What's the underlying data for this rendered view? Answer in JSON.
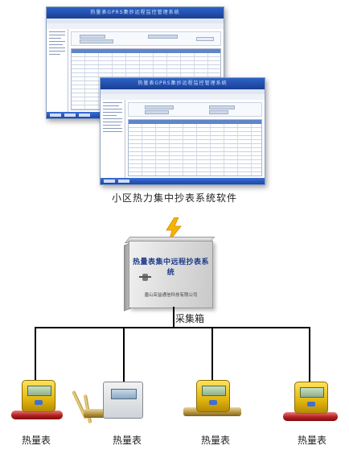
{
  "software": {
    "window_title_back": "热量表GPRS集抄远程监控管理系统",
    "window_title_front": "热量表GPRS集抄远程监控管理系统",
    "caption": "小区热力集中抄表系统软件"
  },
  "collector": {
    "panel_title": "热量表集中远程抄表系统",
    "panel_company": "唐山亚益通信科技有限公司",
    "label": "采集箱"
  },
  "meters": [
    {
      "label": "热量表",
      "style": "yellow-red-pipe"
    },
    {
      "label": "热量表",
      "style": "silver-brass-pipe"
    },
    {
      "label": "热量表",
      "style": "yellow-brass-pipe"
    },
    {
      "label": "热量表",
      "style": "yellow-red-pipe"
    }
  ],
  "icons": {
    "lightning": "lightning-bolt-icon"
  },
  "colors": {
    "title_bar": "#1a3f93",
    "lightning": "#f5b400",
    "wire": "#000000",
    "panel_text": "#1f3d8a"
  }
}
